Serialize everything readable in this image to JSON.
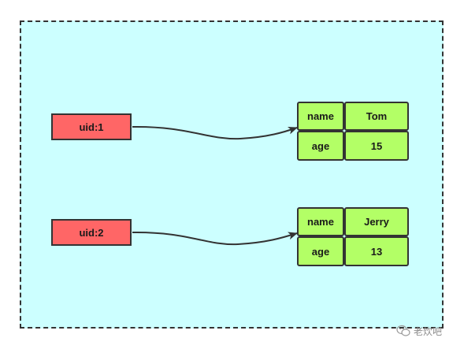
{
  "diagram": {
    "keys": [
      {
        "label": "uid:1"
      },
      {
        "label": "uid:2"
      }
    ],
    "hashes": [
      {
        "rows": [
          {
            "field": "name",
            "value": "Tom"
          },
          {
            "field": "age",
            "value": "15"
          }
        ]
      },
      {
        "rows": [
          {
            "field": "name",
            "value": "Jerry"
          },
          {
            "field": "age",
            "value": "13"
          }
        ]
      }
    ],
    "colors": {
      "background": "#ccffff",
      "border": "#333333",
      "key_fill": "#ff6666",
      "cell_fill": "#b3ff66"
    }
  },
  "watermark": {
    "icon": "wechat-icon",
    "text": "老炊吧"
  }
}
